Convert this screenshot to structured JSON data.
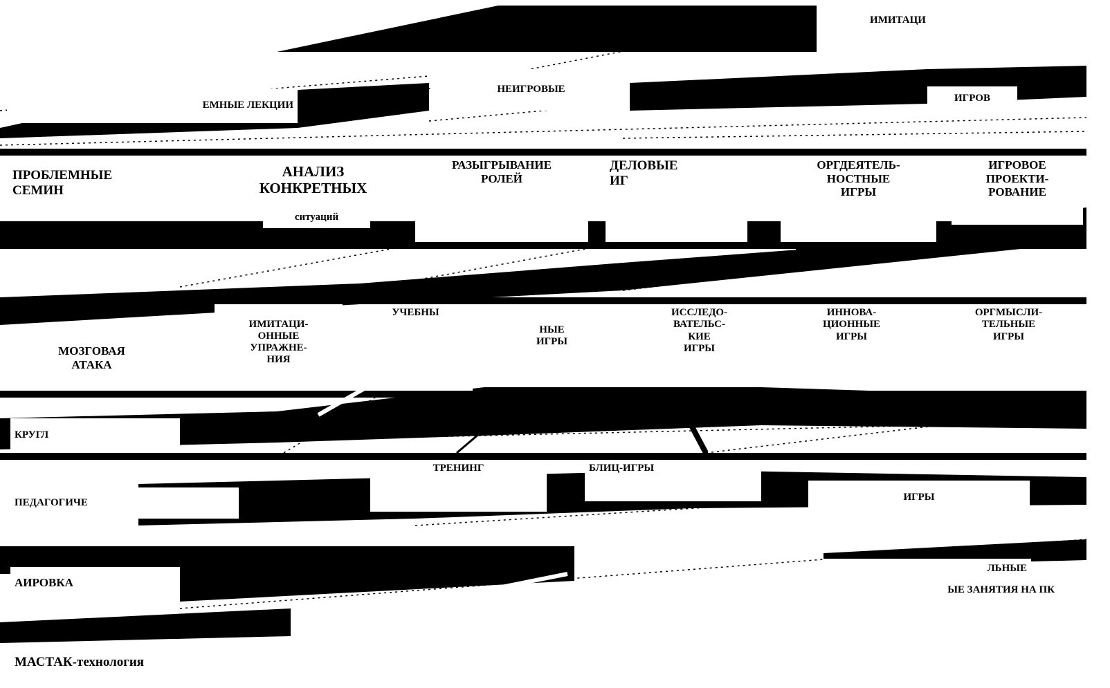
{
  "diagram": {
    "top": {
      "imitation": "ИМИТАЦИ",
      "neigrovye": "НЕИГРОВЫЕ",
      "igrovye": "ИГРОВ",
      "lectures": "ЕМНЫЕ ЛЕКЦИИ"
    },
    "row2": {
      "problem_seminars": "ПРОБЛЕМНЫЕ\nСЕМИН",
      "analysis_title": "АНАЛИЗ\nКОНКРЕТНЫХ",
      "analysis_sub": "ситуаций",
      "role_play": "РАЗЫГРЫВАНИЕ\nРОЛЕЙ",
      "business_games": "ДЕЛОВЫЕ\nИГ",
      "org_activity": "ОРГДЕЯТЕЛЬ-\nНОСТНЫЕ\nИГРЫ",
      "game_design": "ИГРОВОЕ\nПРОЕКТИ-\nРОВАНИЕ"
    },
    "row3": {
      "brainstorm": "МОЗГОВАЯ\nАТАКА",
      "imitation_exercises": "ИМИТАЦИ-\nОННЫЕ\nУПРАЖНЕ-\nНИЯ",
      "educational_games": "УЧЕБНЫ",
      "ne_games": "НЫЕ\nИГРЫ",
      "research_games": "ИССЛЕДО-\nВАТЕЛЬС-\nКИЕ\nИГРЫ",
      "innovation_games": "ИННОВА-\nЦИОННЫЕ\nИГРЫ",
      "orgthinking_games": "ОРГМЫСЛИ-\nТЕЛЬНЫЕ\nИГРЫ"
    },
    "row4": {
      "round_table": "КРУГЛ",
      "training": "ТРЕНИНГ",
      "blitz_games": "БЛИЦ-ИГРЫ",
      "pedagogical": "ПЕДАГОГИЧЕ",
      "games": "ИГРЫ"
    },
    "bottom": {
      "staging": "АИРОВКА",
      "pc_top": "ЛЬНЫЕ",
      "pc_classes": "ЫЕ ЗАНЯТИЯ НА ПК",
      "mastak": "МАСТАК-технология"
    }
  }
}
